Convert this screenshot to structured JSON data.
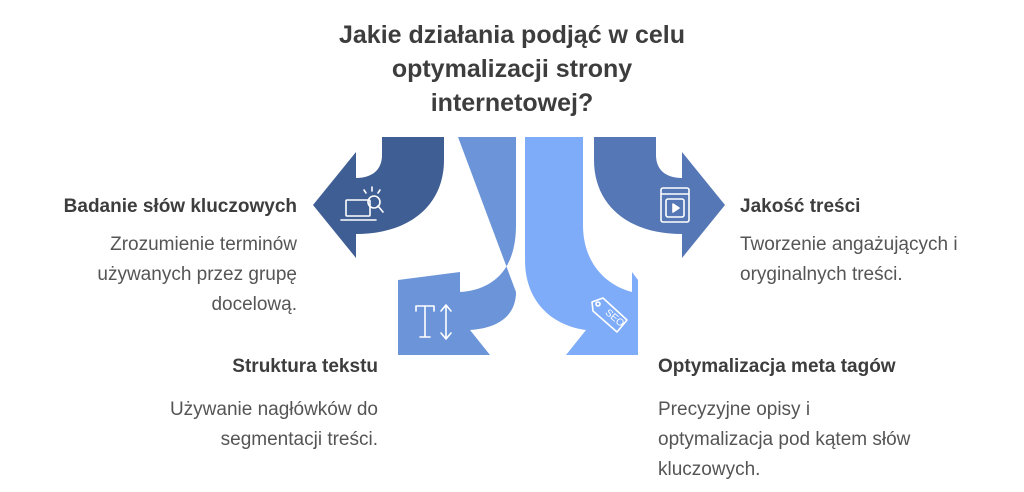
{
  "title": "Jakie działania podjąć w celu optymalizacji strony internetowej?",
  "colors": {
    "arrow_dark": "#3f5e93",
    "arrow_mid_blue": "#5577b5",
    "arrow_light_blue": "#6b95d8",
    "arrow_lightest_blue": "#7eacf8",
    "icon_stroke": "#ffffff",
    "heading_text": "#3d3d3d",
    "body_text": "#555555"
  },
  "items": [
    {
      "id": "keyword-research",
      "heading": "Badanie słów kluczowych",
      "description": "Zrozumienie terminów używanych przez grupę docelową.",
      "icon": "laptop-search-icon"
    },
    {
      "id": "content-quality",
      "heading": "Jakość treści",
      "description": "Tworzenie angażujących i oryginalnych treści.",
      "icon": "video-book-icon"
    },
    {
      "id": "text-structure",
      "heading": "Struktura tekstu",
      "description": "Używanie nagłówków do segmentacji treści.",
      "icon": "text-height-icon"
    },
    {
      "id": "meta-tags",
      "heading": "Optymalizacja meta tagów",
      "description": "Precyzyjne opisy i optymalizacja pod kątem słów kluczowych.",
      "icon": "seo-tag-icon"
    }
  ]
}
